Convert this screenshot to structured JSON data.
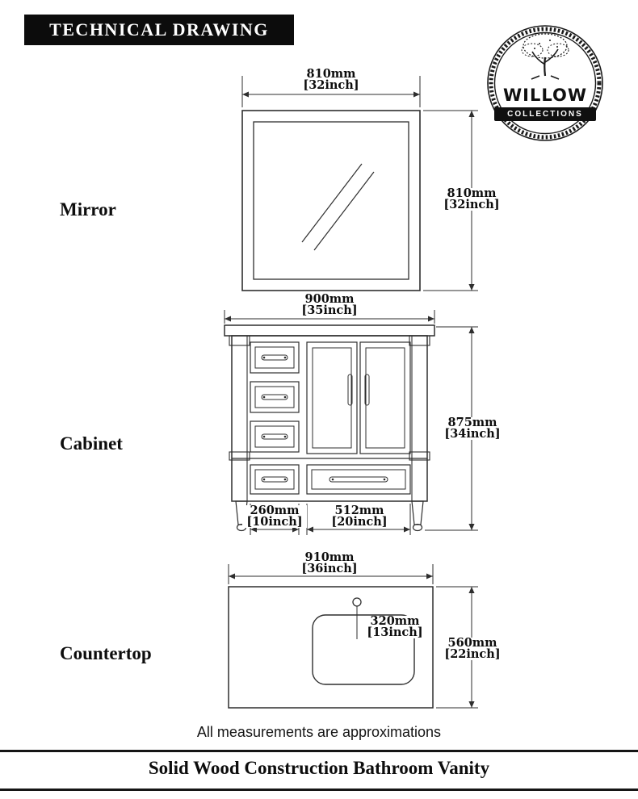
{
  "header": {
    "title": "TECHNICAL DRAWING"
  },
  "logo": {
    "brand": "WILLOW",
    "subtitle": "COLLECTIONS"
  },
  "sections": {
    "mirror": {
      "label": "Mirror",
      "width_mm": "810mm",
      "width_in": "[32inch]",
      "height_mm": "810mm",
      "height_in": "[32inch]"
    },
    "cabinet": {
      "label": "Cabinet",
      "width_mm": "900mm",
      "width_in": "[35inch]",
      "height_mm": "875mm",
      "height_in": "[34inch]",
      "drawer_mm": "260mm",
      "drawer_in": "[10inch]",
      "wide_drawer_mm": "512mm",
      "wide_drawer_in": "[20inch]"
    },
    "countertop": {
      "label": "Countertop",
      "width_mm": "910mm",
      "width_in": "[36inch]",
      "depth_mm": "560mm",
      "depth_in": "[22inch]",
      "sink_mm": "320mm",
      "sink_in": "[13inch]"
    }
  },
  "footer": {
    "note": "All measurements are approximations",
    "title": "Solid Wood Construction Bathroom Vanity"
  }
}
